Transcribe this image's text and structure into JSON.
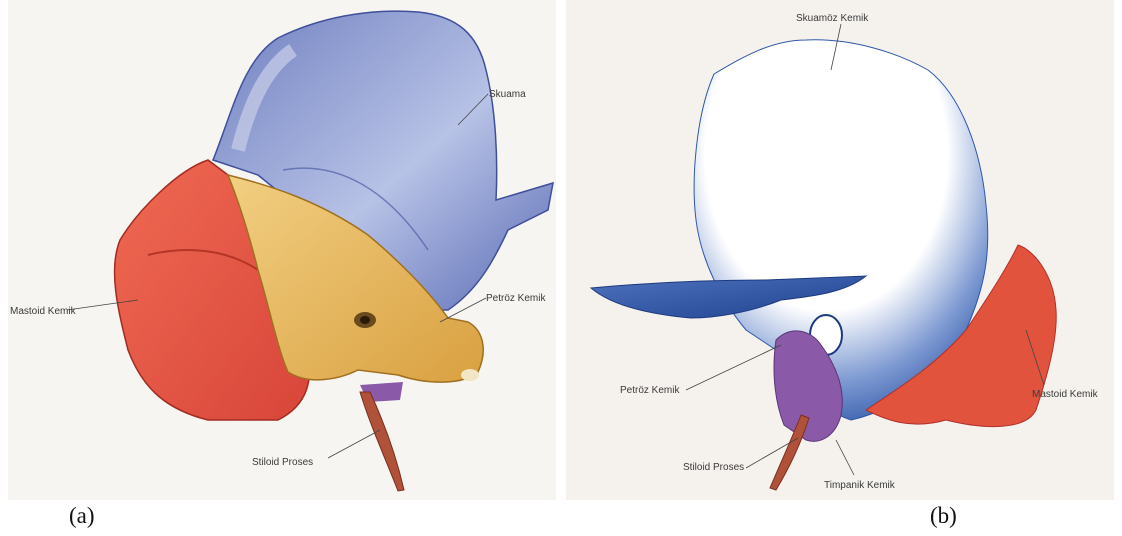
{
  "figure_a": {
    "caption": "(a)",
    "labels": {
      "squama": "Skuama",
      "mastoid": "Mastoid Kemik",
      "petrous": "Petröz Kemik",
      "styloid": "Stiloid Proses"
    }
  },
  "figure_b": {
    "caption": "(b)",
    "labels": {
      "squamous": "Skuamöz Kemik",
      "petrous": "Petröz Kemik",
      "mastoid": "Mastoid Kemik",
      "styloid": "Stiloid Proses",
      "tympanic": "Timpanik Kemik"
    }
  },
  "colors": {
    "squama_blue": "#8f9ed3",
    "petrous_yellow": "#e8b85c",
    "mastoid_red": "#e2533e",
    "tympanic_purple": "#8a5aa8",
    "styloid_brown": "#b0523a"
  }
}
